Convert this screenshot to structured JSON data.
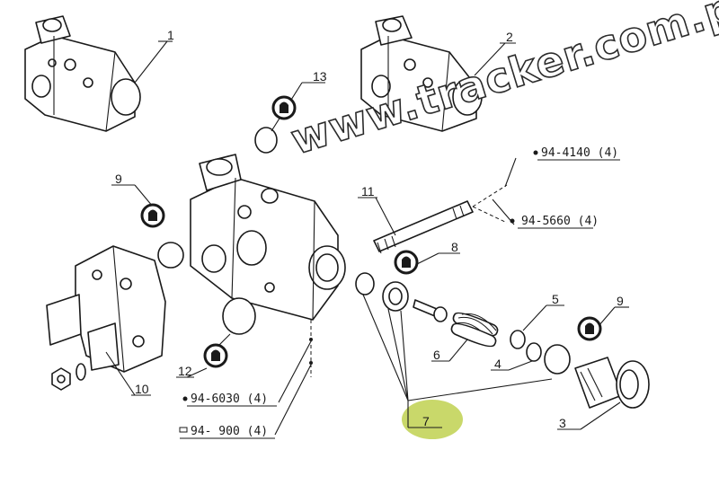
{
  "watermark": "www.tracker.com.pl",
  "callouts": {
    "c1": "1",
    "c2": "2",
    "c3": "3",
    "c4": "4",
    "c5": "5",
    "c6": "6",
    "c7": "7",
    "c8": "8",
    "c9a": "9",
    "c9b": "9",
    "c10": "10",
    "c11": "11",
    "c12": "12",
    "c13": "13"
  },
  "part_refs": {
    "r4140": "94-4140 (4)",
    "r5660": "94-5660 (4)",
    "r6030": "94-6030 (4)",
    "r900": "94- 900 (4)"
  },
  "colors": {
    "highlight": "#c9d86a",
    "ink": "#1a1a1a"
  },
  "icons": {
    "seal_kit": "seal-kit-icon"
  }
}
